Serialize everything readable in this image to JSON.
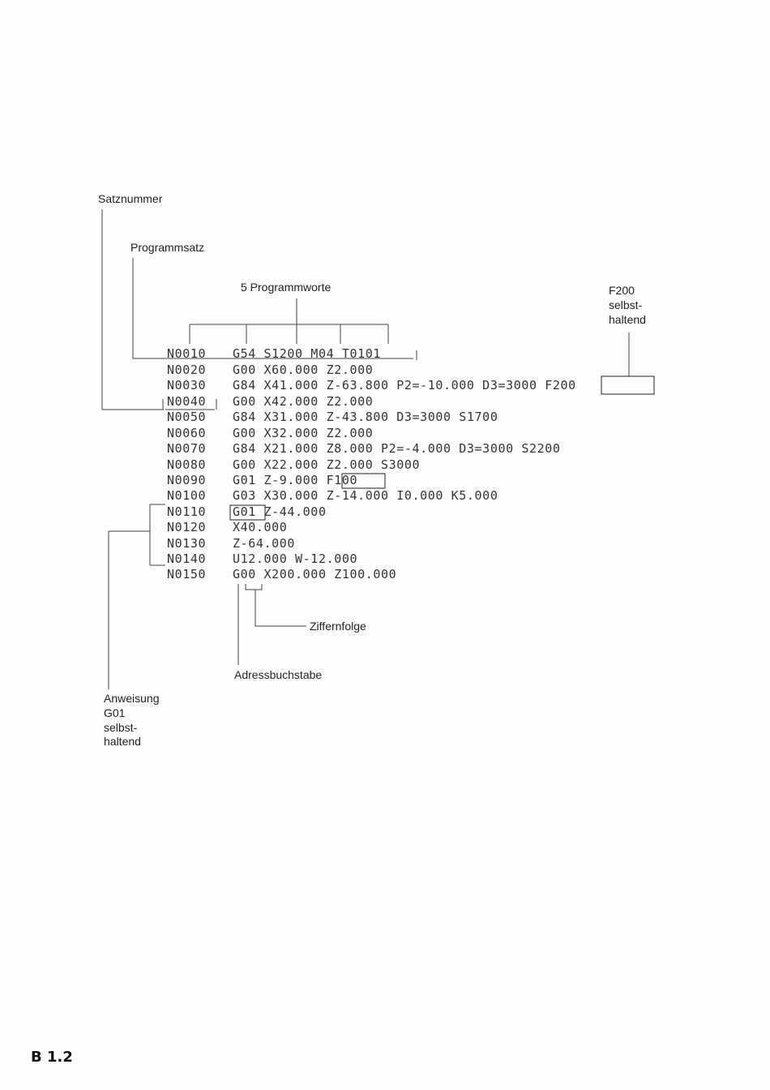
{
  "labels": {
    "satznummer": "Satznummer",
    "programmsatz": "Programmsatz",
    "programmworte": "5 Programmworte",
    "f200_note": [
      "F200",
      "selbst-",
      "haltend"
    ],
    "ziffernfolge": "Ziffernfolge",
    "adressbuchstabe": "Adressbuchstabe",
    "anweisung_note": [
      "Anweisung",
      "G01",
      "selbst-",
      "haltend"
    ]
  },
  "program_lines": [
    {
      "n": "N0010",
      "code": "G54 S1200 M04 T0101"
    },
    {
      "n": "N0020",
      "code": "G00 X60.000 Z2.000"
    },
    {
      "n": "N0030",
      "code": "G84 X41.000 Z-63.800 P2=-10.000 D3=3000 F200"
    },
    {
      "n": "N0040",
      "code": "G00 X42.000 Z2.000"
    },
    {
      "n": "N0050",
      "code": "G84 X31.000 Z-43.800 D3=3000 S1700"
    },
    {
      "n": "N0060",
      "code": "G00 X32.000 Z2.000"
    },
    {
      "n": "N0070",
      "code": "G84 X21.000 Z8.000 P2=-4.000 D3=3000 S2200"
    },
    {
      "n": "N0080",
      "code": "G00 X22.000 Z2.000 S3000"
    },
    {
      "n": "N0090",
      "code": "G01 Z-9.000 F100"
    },
    {
      "n": "N0100",
      "code": "G03 X30.000 Z-14.000 I0.000 K5.000"
    },
    {
      "n": "N0110",
      "code": "G01 Z-44.000"
    },
    {
      "n": "N0120",
      "code": "X40.000"
    },
    {
      "n": "N0130",
      "code": "Z-64.000"
    },
    {
      "n": "N0140",
      "code": "U12.000 W-12.000"
    },
    {
      "n": "N0150",
      "code": "G00 X200.000 Z100.000"
    }
  ],
  "footer": "B 1.2"
}
